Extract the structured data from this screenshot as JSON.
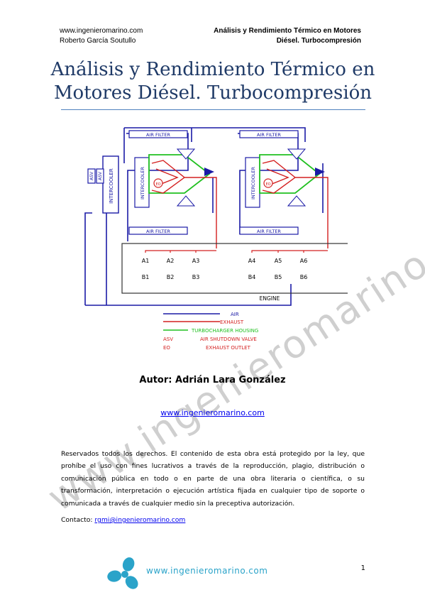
{
  "header": {
    "site": "www.ingenieromarino.com",
    "author": "Roberto García Soutullo",
    "title_line1": "Análisis y Rendimiento Térmico en Motores",
    "title_line2": "Diésel. Turbocompresión"
  },
  "title": {
    "line1": "Análisis y Rendimiento Térmico en",
    "line2": "Motores Diésel. Turbocompresión"
  },
  "diagram": {
    "labels": {
      "air_filter": "AIR FILTER",
      "intercooler": "INTERCOOLER",
      "asv": "ASV",
      "eo": "EO",
      "engine": "ENGINE"
    },
    "cylinders_top": [
      "A1",
      "A2",
      "A3",
      "A4",
      "A5",
      "A6"
    ],
    "cylinders_bottom": [
      "B1",
      "B2",
      "B3",
      "B4",
      "B5",
      "B6"
    ],
    "legend": [
      {
        "code": "",
        "label": "AIR",
        "color": "#1a1aa6"
      },
      {
        "code": "",
        "label": "EXHAUST",
        "color": "#d42020"
      },
      {
        "code": "",
        "label": "TURBOCHARGER HOUSING",
        "color": "#20c020"
      },
      {
        "code": "ASV",
        "label": "AIR SHUTDOWN VALVE",
        "color": "#d42020"
      },
      {
        "code": "EO",
        "label": "EXHAUST OUTLET",
        "color": "#d42020"
      }
    ]
  },
  "watermark": "www.ingenieromarino.com",
  "author_line": "Autor: Adrián Lara González",
  "site_link": "www.ingenieromarino.com",
  "rights_text": "Reservados todos los derechos. El contenido de esta obra está protegido por la ley, que prohíbe el uso con fines lucrativos a través de la reproducción, plagio, distribución o comunicación pública en todo o en parte de una obra literaria o científica, o su transformación, interpretación o ejecución artística fijada en cualquier tipo de soporte o comunicada a través de cualquier medio sin la preceptiva autorización.",
  "contact": {
    "label": "Contacto:",
    "email": "rgmi@ingenieromarino.com"
  },
  "footer": {
    "site": "www.ingenieromarino.com",
    "page_number": "1"
  },
  "colors": {
    "title": "#1f3a67",
    "rule": "#4f81bd",
    "air": "#1a1aa6",
    "exhaust": "#d42020",
    "housing": "#20c020",
    "brand": "#2aa3c9"
  }
}
